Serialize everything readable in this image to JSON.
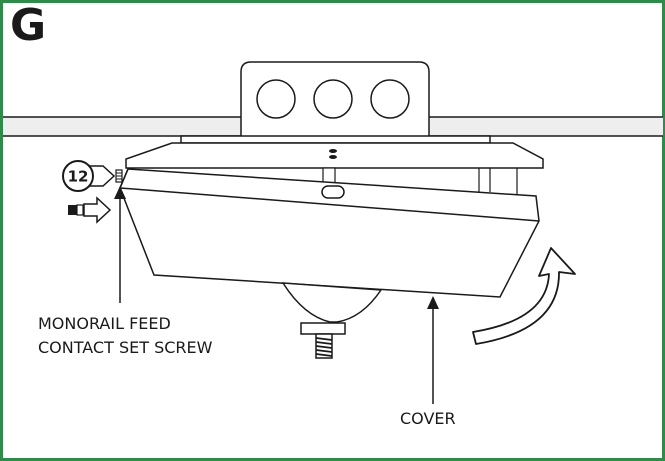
{
  "panel": {
    "letter": "G"
  },
  "step": {
    "number": "12"
  },
  "labels": {
    "set_screw_line1": "MONORAIL FEED",
    "set_screw_line2": "CONTACT SET SCREW",
    "cover": "COVER"
  },
  "colors": {
    "border": "#2e8b4a",
    "ink": "#1a1a1a",
    "rail": "#eeeeee"
  }
}
